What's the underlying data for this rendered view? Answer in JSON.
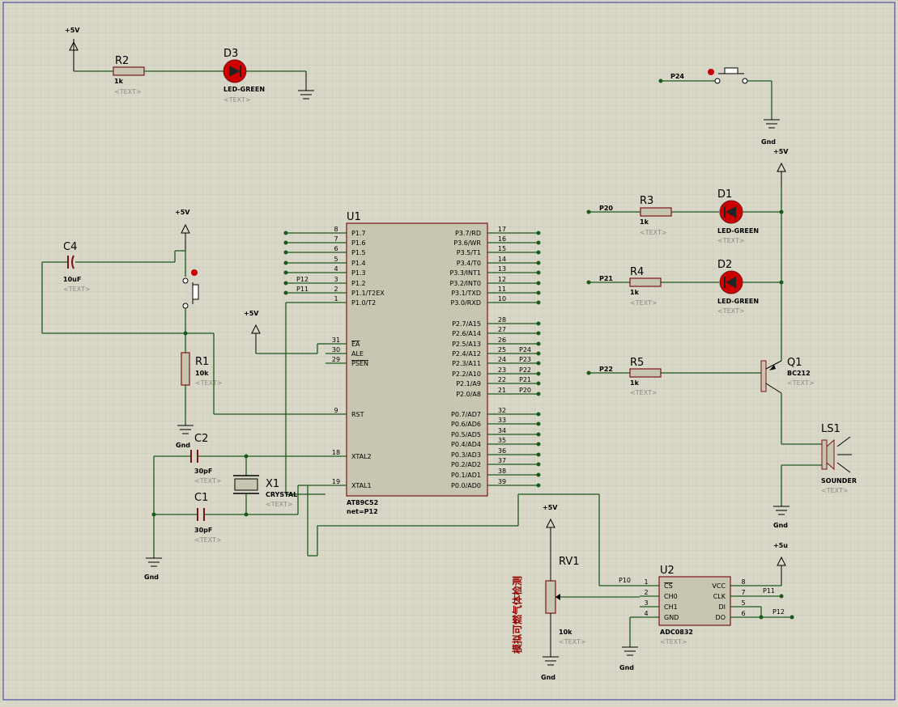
{
  "colors": {
    "canvas": "#d9d8c8",
    "grid": "#c3c2b2",
    "wire": "#1a5a1a",
    "body": "#c8c6b0",
    "outline": "#7a1414",
    "led": "#cc0000",
    "border": "#3030a0",
    "note": "#990000"
  },
  "power": {
    "vcc": "+5V",
    "vcc_alt": "+5u",
    "gnd": "Gnd"
  },
  "text_placeholder": "<TEXT>",
  "resistors": {
    "R2": {
      "ref": "R2",
      "value": "1k"
    },
    "R3": {
      "ref": "R3",
      "value": "1k"
    },
    "R4": {
      "ref": "R4",
      "value": "1k"
    },
    "R5": {
      "ref": "R5",
      "value": "1k"
    },
    "R1": {
      "ref": "R1",
      "value": "10k"
    }
  },
  "leds": {
    "D3": {
      "ref": "D3",
      "value": "LED-GREEN"
    },
    "D1": {
      "ref": "D1",
      "value": "LED-GREEN"
    },
    "D2": {
      "ref": "D2",
      "value": "LED-GREEN"
    }
  },
  "caps": {
    "C4": {
      "ref": "C4",
      "value": "10uF"
    },
    "C2": {
      "ref": "C2",
      "value": "30pF"
    },
    "C1": {
      "ref": "C1",
      "value": "30pF"
    }
  },
  "crystal": {
    "ref": "X1",
    "value": "CRYSTAL"
  },
  "transistor": {
    "ref": "Q1",
    "value": "BC212"
  },
  "sounder": {
    "ref": "LS1",
    "value": "SOUNDER"
  },
  "pot": {
    "ref": "RV1",
    "value": "10k",
    "note": "模拟可燃气体检测"
  },
  "u1": {
    "ref": "U1",
    "part": "AT89C52",
    "netlabel": "net=P12",
    "left_pins": [
      {
        "num": "8",
        "name": "P1.7",
        "net": ""
      },
      {
        "num": "7",
        "name": "P1.6",
        "net": ""
      },
      {
        "num": "6",
        "name": "P1.5",
        "net": ""
      },
      {
        "num": "5",
        "name": "P1.4",
        "net": ""
      },
      {
        "num": "4",
        "name": "P1.3",
        "net": ""
      },
      {
        "num": "3",
        "name": "P1.2",
        "net": "P12"
      },
      {
        "num": "2",
        "name": "P1.1/T2EX",
        "net": "P11"
      },
      {
        "num": "1",
        "name": "P1.0/T2",
        "net": ""
      },
      {
        "num": "31",
        "name": "EA",
        "net": ""
      },
      {
        "num": "30",
        "name": "ALE",
        "net": ""
      },
      {
        "num": "29",
        "name": "PSEN",
        "net": ""
      },
      {
        "num": "9",
        "name": "RST",
        "net": ""
      },
      {
        "num": "18",
        "name": "XTAL2",
        "net": ""
      },
      {
        "num": "19",
        "name": "XTAL1",
        "net": ""
      }
    ],
    "right_pins": [
      {
        "num": "17",
        "name": "P3.7/RD",
        "net": ""
      },
      {
        "num": "16",
        "name": "P3.6/WR",
        "net": ""
      },
      {
        "num": "15",
        "name": "P3.5/T1",
        "net": ""
      },
      {
        "num": "14",
        "name": "P3.4/T0",
        "net": ""
      },
      {
        "num": "13",
        "name": "P3.3/INT1",
        "net": ""
      },
      {
        "num": "12",
        "name": "P3.2/INT0",
        "net": ""
      },
      {
        "num": "11",
        "name": "P3.1/TXD",
        "net": ""
      },
      {
        "num": "10",
        "name": "P3.0/RXD",
        "net": ""
      },
      {
        "num": "28",
        "name": "P2.7/A15",
        "net": ""
      },
      {
        "num": "27",
        "name": "P2.6/A14",
        "net": ""
      },
      {
        "num": "26",
        "name": "P2.5/A13",
        "net": ""
      },
      {
        "num": "25",
        "name": "P2.4/A12",
        "net": "P24"
      },
      {
        "num": "24",
        "name": "P2.3/A11",
        "net": "P23"
      },
      {
        "num": "23",
        "name": "P2.2/A10",
        "net": "P22"
      },
      {
        "num": "22",
        "name": "P2.1/A9",
        "net": "P21"
      },
      {
        "num": "21",
        "name": "P2.0/A8",
        "net": "P20"
      },
      {
        "num": "32",
        "name": "P0.7/AD7",
        "net": ""
      },
      {
        "num": "33",
        "name": "P0.6/AD6",
        "net": ""
      },
      {
        "num": "34",
        "name": "P0.5/AD5",
        "net": ""
      },
      {
        "num": "35",
        "name": "P0.4/AD4",
        "net": ""
      },
      {
        "num": "36",
        "name": "P0.3/AD3",
        "net": ""
      },
      {
        "num": "37",
        "name": "P0.2/AD2",
        "net": ""
      },
      {
        "num": "38",
        "name": "P0.1/AD1",
        "net": ""
      },
      {
        "num": "39",
        "name": "P0.0/AD0",
        "net": ""
      }
    ]
  },
  "u2": {
    "ref": "U2",
    "part": "ADC0832",
    "left_pins": [
      {
        "num": "1",
        "name": "CS",
        "net": "P10"
      },
      {
        "num": "2",
        "name": "CH0",
        "net": ""
      },
      {
        "num": "3",
        "name": "CH1",
        "net": ""
      },
      {
        "num": "4",
        "name": "GND",
        "net": ""
      }
    ],
    "right_pins": [
      {
        "num": "8",
        "name": "VCC",
        "net": ""
      },
      {
        "num": "7",
        "name": "CLK",
        "net": "P11"
      },
      {
        "num": "5",
        "name": "DI",
        "net": ""
      },
      {
        "num": "6",
        "name": "DO",
        "net": "P12"
      }
    ]
  },
  "nets": {
    "p24": "P24",
    "p20": "P20",
    "p21": "P21",
    "p22": "P22"
  }
}
